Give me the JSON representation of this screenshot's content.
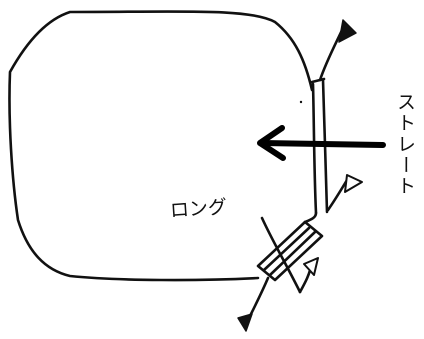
{
  "labels": {
    "straight": "ストレート",
    "long": "ロング"
  },
  "colors": {
    "ink": "#111111",
    "background": "#ffffff"
  },
  "elements": {
    "track_shape": "rounded rectangle",
    "arrow_direction": "left",
    "flags": [
      "flag-top-right",
      "flag-mid-right",
      "flag-lower-center",
      "flag-bottom-left"
    ]
  }
}
